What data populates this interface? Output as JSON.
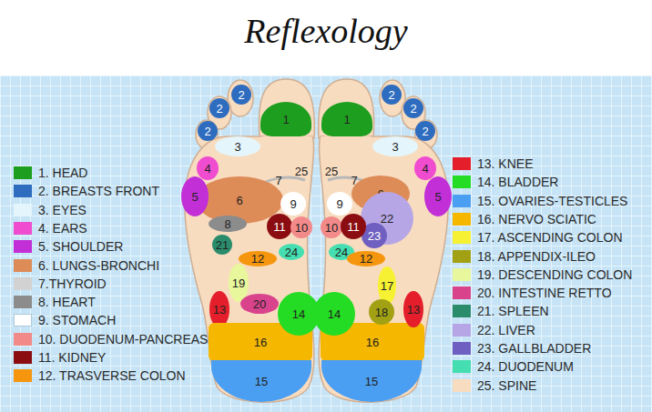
{
  "diagram": {
    "title": "Reflexology",
    "nodes": [
      {
        "text": [
          "1"
        ]
      },
      {
        "text": [
          "2"
        ]
      },
      {
        "text": [
          "2"
        ]
      },
      {
        "text": [
          "2"
        ]
      },
      {
        "text": [
          "6"
        ]
      },
      {
        "text": [
          "3"
        ]
      },
      {
        "text": [
          "4"
        ]
      },
      {
        "text": [
          "5"
        ]
      },
      {
        "text": [
          "7"
        ]
      },
      {
        "text": [
          "25"
        ]
      },
      {
        "text": [
          "9"
        ]
      },
      {
        "text": [
          "8"
        ]
      },
      {
        "text": [
          "11"
        ]
      },
      {
        "text": [
          "10"
        ]
      },
      {
        "text": [
          "21"
        ]
      },
      {
        "text": [
          "24"
        ]
      },
      {
        "text": [
          "12"
        ]
      },
      {
        "text": [
          "19"
        ]
      },
      {
        "text": [
          "13"
        ]
      },
      {
        "text": [
          "20"
        ]
      },
      {
        "text": [
          "16"
        ]
      },
      {
        "text": [
          "14"
        ]
      },
      {
        "text": [
          "15"
        ]
      },
      {
        "text": [
          "1"
        ]
      },
      {
        "text": [
          "2"
        ]
      },
      {
        "text": [
          "2"
        ]
      },
      {
        "text": [
          "2"
        ]
      },
      {
        "text": [
          "6"
        ]
      },
      {
        "text": [
          "3"
        ]
      },
      {
        "text": [
          "4"
        ]
      },
      {
        "text": [
          "5"
        ]
      },
      {
        "text": [
          "7"
        ]
      },
      {
        "text": [
          "25"
        ]
      },
      {
        "text": [
          "9"
        ]
      },
      {
        "text": [
          "22"
        ]
      },
      {
        "text": [
          "23"
        ]
      },
      {
        "text": [
          "10"
        ]
      },
      {
        "text": [
          "11"
        ]
      },
      {
        "text": [
          "24"
        ]
      },
      {
        "text": [
          "12"
        ]
      },
      {
        "text": [
          "17"
        ]
      },
      {
        "text": [
          "16"
        ]
      },
      {
        "text": [
          "18"
        ]
      },
      {
        "text": [
          "13"
        ]
      },
      {
        "text": [
          "14"
        ]
      },
      {
        "text": [
          "15"
        ]
      }
    ],
    "legend": [
      {
        "text": "1. HEAD",
        "color": "#1e9e1e"
      },
      {
        "text": "2. BREASTS FRONT",
        "color": "#2d6cbf"
      },
      {
        "text": "3. EYES",
        "color": "#e4f5fb"
      },
      {
        "text": "4. EARS",
        "color": "#f04ccf"
      },
      {
        "text": "5. SHOULDER",
        "color": "#c22fd6"
      },
      {
        "text": "6. LUNGS-BRONCHI",
        "color": "#dd8c58"
      },
      {
        "text": "7.THYROID",
        "color": "#d2d2d2"
      },
      {
        "text": "8. HEART",
        "color": "#8c8c8c"
      },
      {
        "text": "9. STOMACH",
        "color": "#ffffff"
      },
      {
        "text": "10. DUODENUM-PANCREAS",
        "color": "#f28a8a"
      },
      {
        "text": "11. KIDNEY",
        "color": "#8b0d12"
      },
      {
        "text": "12. TRASVERSE COLON",
        "color": "#f5960e"
      },
      {
        "text": "13. KNEE",
        "color": "#e41f2b"
      },
      {
        "text": "14. BLADDER",
        "color": "#24dc24"
      },
      {
        "text": "15. OVARIES-TESTICLES",
        "color": "#4b9ff2"
      },
      {
        "text": "16. NERVO SCIATIC",
        "color": "#f5b700"
      },
      {
        "text": "17. ASCENDING COLON",
        "color": "#f6f233"
      },
      {
        "text": "18. APPENDIX-ILEO",
        "color": "#a2a114"
      },
      {
        "text": "19. DESCENDING COLON",
        "color": "#e8f79c"
      },
      {
        "text": "20. INTESTINE RETTO",
        "color": "#d8438c"
      },
      {
        "text": "21. SPLEEN",
        "color": "#2b8c6c"
      },
      {
        "text": "22. LIVER",
        "color": "#b6a6e6"
      },
      {
        "text": "23. GALLBLADDER",
        "color": "#6f5fc0"
      },
      {
        "text": "24. DUODENUM",
        "color": "#44deb0"
      },
      {
        "text": "25. SPINE",
        "color": "#f8dcc0"
      }
    ]
  }
}
